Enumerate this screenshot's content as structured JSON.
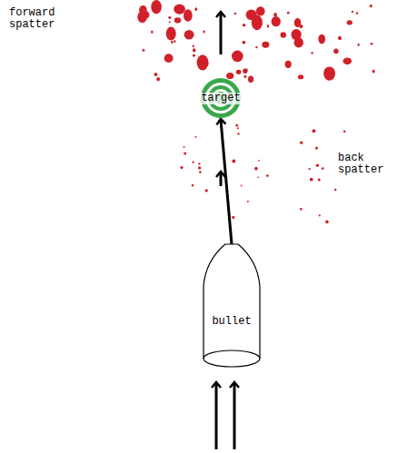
{
  "diagram": {
    "nodes": [
      {
        "text": [
          "target"
        ]
      },
      {
        "text": [
          "bullet"
        ]
      }
    ],
    "edges": [
      {
        "from": 1,
        "to": 0,
        "arrow": "to"
      }
    ],
    "labels": [
      "forward spatter",
      "back spatter"
    ]
  }
}
